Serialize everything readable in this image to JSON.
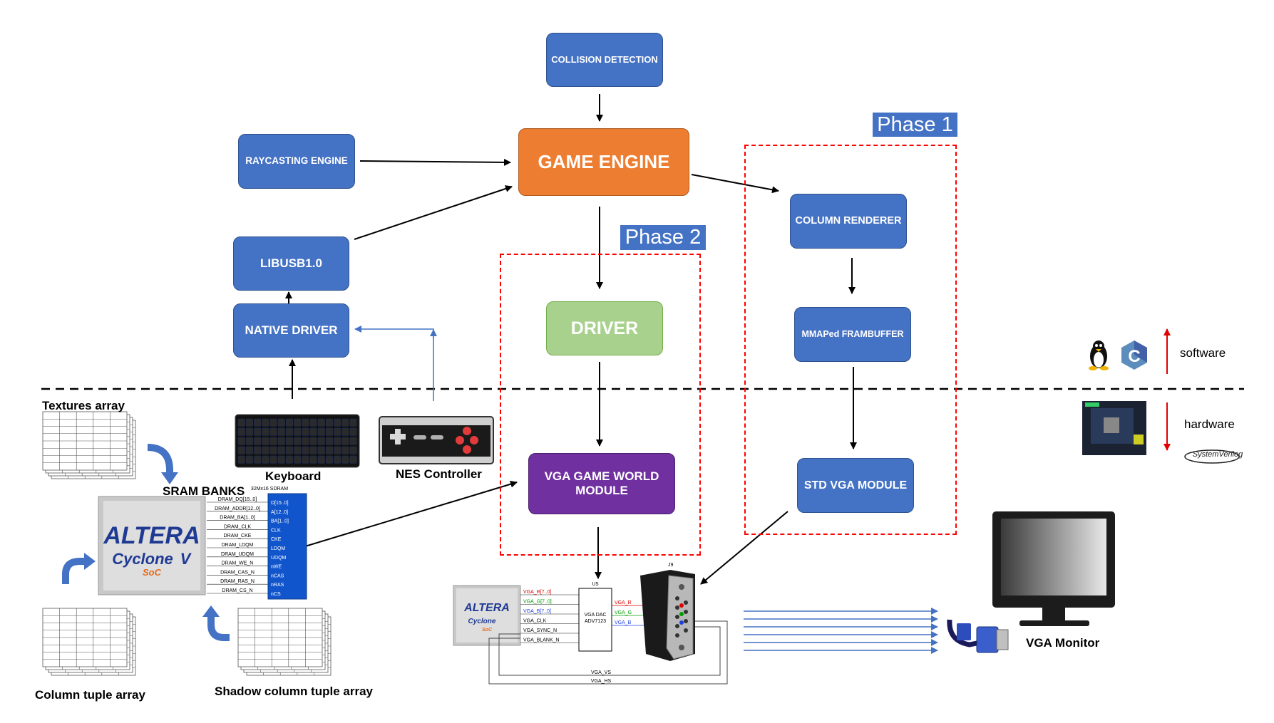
{
  "boxes": {
    "collision_detection": "COLLISION DETECTION",
    "game_engine": "GAME ENGINE",
    "raycasting_engine": "RAYCASTING ENGINE",
    "libusb": "LIBUSB1.0",
    "native_driver": "NATIVE DRIVER",
    "driver": "DRIVER",
    "vga_game_world_module": "VGA GAME WORLD MODULE",
    "column_renderer": "COLUMN RENDERER",
    "mmaped_framebuffer": "MMAPed FRAMBUFFER",
    "std_vga_module": "STD VGA MODULE"
  },
  "phases": {
    "phase1": "Phase 1",
    "phase2": "Phase 2"
  },
  "labels": {
    "textures_array": "Textures array",
    "keyboard": "Keyboard",
    "nes_controller": "NES Controller",
    "sram_banks": "SRAM BANKS",
    "column_tuple_array": "Column tuple array",
    "shadow_column_tuple_array": "Shadow column tuple array",
    "vga_monitor": "VGA Monitor",
    "software": "software",
    "hardware": "hardware"
  },
  "chip": {
    "brand": "ALTERA",
    "family": "Cyclone",
    "family_v": "V",
    "soc": "SoC",
    "sdram_title": "32Mx16 SDRAM",
    "signals": [
      "DRAM_DQ[15..0]",
      "DRAM_ADDR[12..0]",
      "DRAM_BA[1..0]",
      "DRAM_CLK",
      "DRAM_CKE",
      "DRAM_LDQM",
      "DRAM_UDQM",
      "DRAM_WE_N",
      "DRAM_CAS_N",
      "DRAM_RAS_N",
      "DRAM_CS_N"
    ],
    "pins": [
      "D[15..0]",
      "A[12..0]",
      "BA[1..0]",
      "CLK",
      "CKE",
      "LDQM",
      "UDQM",
      "nWE",
      "nCAS",
      "nRAS",
      "nCS"
    ]
  },
  "vga_schematic": {
    "dac_ref": "U5",
    "dac_name": "VGA DAC",
    "dac_part": "ADV7123",
    "connector_ref": "J9",
    "inputs": [
      "VGA_R[7..0]",
      "VGA_G[7..0]",
      "VGA_B[7..0]",
      "VGA_CLK",
      "VGA_SYNC_N",
      "VGA_BLANK_N"
    ],
    "outputs": [
      "VGA_R",
      "VGA_G",
      "VGA_B"
    ],
    "sync": [
      "VGA_VS",
      "VGA_HS"
    ]
  },
  "logos": {
    "systemverilog": "SystemVerilog"
  },
  "colors": {
    "box_blue": "#4472c4",
    "engine_orange": "#ed7d31",
    "driver_green": "#a9d18e",
    "vga_purple": "#7030a0",
    "phase_dash": "#ff0000"
  }
}
